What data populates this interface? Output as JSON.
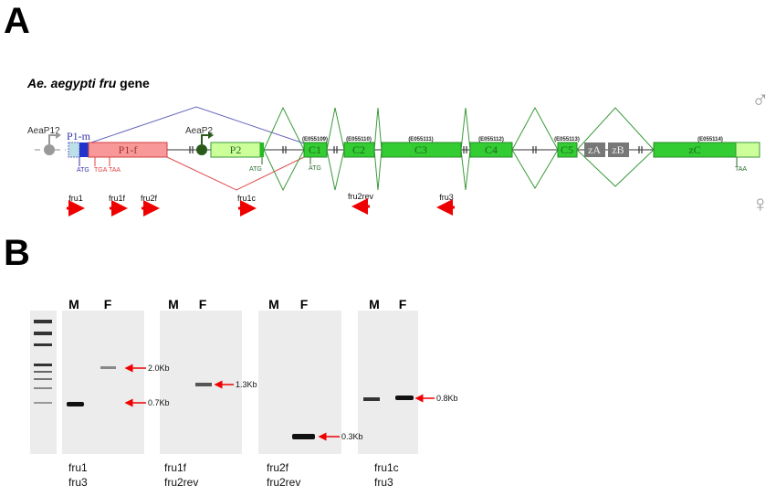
{
  "panel_a": {
    "label": "A",
    "title_italic": "Ae. aegypti fru",
    "title_rest": " gene",
    "promoters": {
      "p1": "AeaP1?",
      "p2": "AeaP2"
    },
    "exons": {
      "p1m": "P1-m",
      "p1f": "P1-f",
      "p2": "P2",
      "c1": "C1",
      "c2": "C2",
      "c3": "C3",
      "c4": "C4",
      "c5": "C5",
      "za": "zA",
      "zb": "zB",
      "zc": "zC"
    },
    "exon_ids": {
      "c1": "(E055109)",
      "c2": "(E055110)",
      "c3": "(E055111)",
      "c4": "(E055112)",
      "c5": "(E055113)",
      "zc": "(E055114)"
    },
    "codons": {
      "atg_m": "ATG",
      "tga": "TGA",
      "taa_f": "TAA",
      "atg_p2": "ATG",
      "atg_c1": "ATG",
      "taa_end": "TAA"
    },
    "primers": {
      "fru1": "fru1",
      "fru1f": "fru1f",
      "fru2f": "fru2f",
      "fru1c": "fru1c",
      "fru2rev": "fru2rev",
      "fru3": "fru3"
    },
    "male_symbol": "♂",
    "female_symbol": "♀",
    "colors": {
      "male": "#5555bb",
      "female": "#e05050",
      "common": "#33cc33",
      "common_stroke": "#2a8a2a",
      "utr": "#ccff99",
      "gray": "#777777"
    }
  },
  "panel_b": {
    "label": "B",
    "gels": [
      {
        "lane_m": "M",
        "lane_f": "F",
        "primers": [
          "fru1",
          "fru3"
        ],
        "sizes": [
          "2.0Kb",
          "0.7Kb"
        ]
      },
      {
        "lane_m": "M",
        "lane_f": "F",
        "primers": [
          "fru1f",
          "fru2rev"
        ],
        "sizes": [
          "1.3Kb"
        ]
      },
      {
        "lane_m": "M",
        "lane_f": "F",
        "primers": [
          "fru2f",
          "fru2rev"
        ],
        "sizes": [
          "0.3Kb"
        ]
      },
      {
        "lane_m": "M",
        "lane_f": "F",
        "primers": [
          "fru1c",
          "fru3"
        ],
        "sizes": [
          "0.8Kb"
        ]
      }
    ]
  }
}
